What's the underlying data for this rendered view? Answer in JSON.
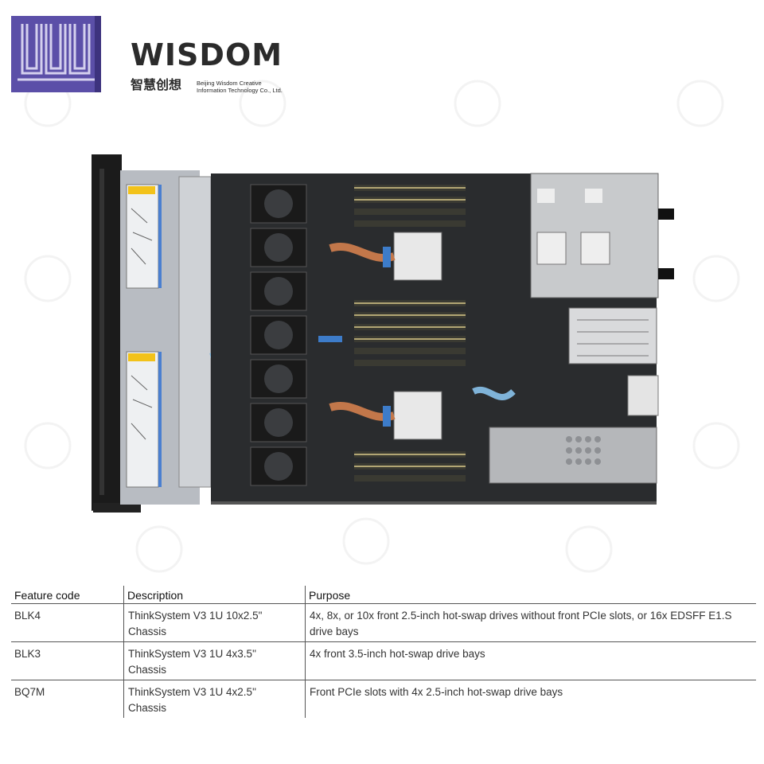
{
  "brand": {
    "name": "WISDOM",
    "name_cn": "智慧创想",
    "company_line1": "Beijing Wisdom Creative",
    "company_line2": "Information Technology Co., Ltd."
  },
  "colors": {
    "logo_purple": "#5b4fa8",
    "logo_lavender": "#d4d0ee",
    "warning_yellow": "#f2c21a",
    "cable_blue": "#7fb3d8"
  },
  "image": {
    "subject": "server-chassis-top-view"
  },
  "table": {
    "headers": [
      "Feature code",
      "Description",
      "Purpose"
    ],
    "rows": [
      {
        "code": "BLK4",
        "desc_line1": "ThinkSystem V3 1U 10x2.5\"",
        "desc_line2": "Chassis",
        "purpose_line1": "4x, 8x, or 10x front 2.5-inch hot-swap drives without front PCIe slots, or 16x EDSFF E1.S",
        "purpose_line2": "drive bays"
      },
      {
        "code": "BLK3",
        "desc_line1": "ThinkSystem V3 1U 4x3.5\"",
        "desc_line2": "Chassis",
        "purpose_line1": "4x front 3.5-inch hot-swap drive bays",
        "purpose_line2": ""
      },
      {
        "code": "BQ7M",
        "desc_line1": "ThinkSystem V3 1U 4x2.5\"",
        "desc_line2": "Chassis",
        "purpose_line1": "Front PCIe slots with 4x 2.5-inch hot-swap drive bays",
        "purpose_line2": ""
      }
    ]
  }
}
